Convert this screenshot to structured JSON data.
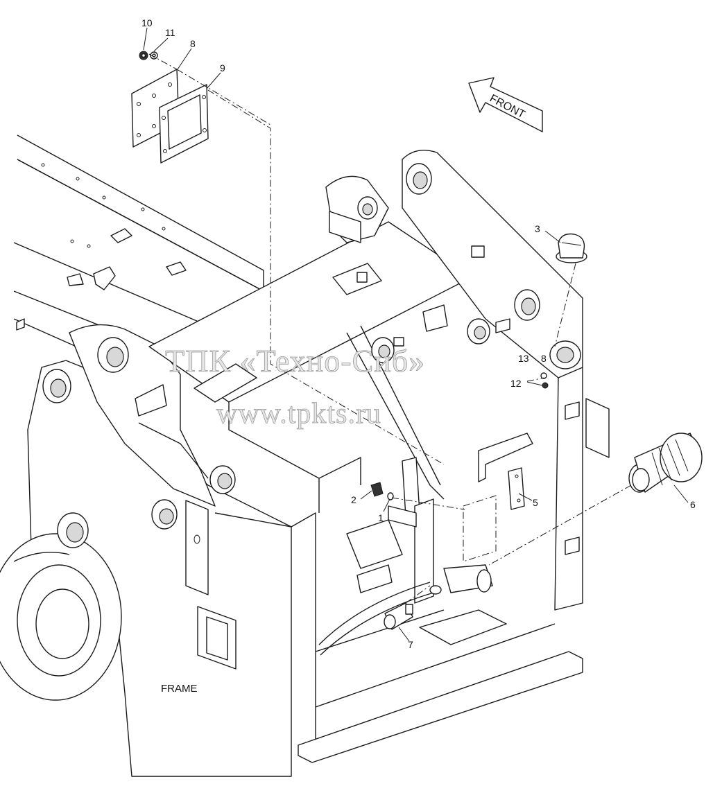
{
  "callouts": {
    "c1": "1",
    "c2": "2",
    "c3": "3",
    "c4": "5",
    "c5": "6",
    "c6": "7",
    "c7": "8",
    "c8": "8",
    "c9": "9",
    "c10": "10",
    "c11": "11",
    "c12": "12",
    "c13": "13"
  },
  "labels": {
    "frame": "FRAME",
    "front": "FRONT"
  },
  "watermark": {
    "line1": "ТПК «Техно-Сиб»",
    "line2": "www.tpkts.ru"
  }
}
